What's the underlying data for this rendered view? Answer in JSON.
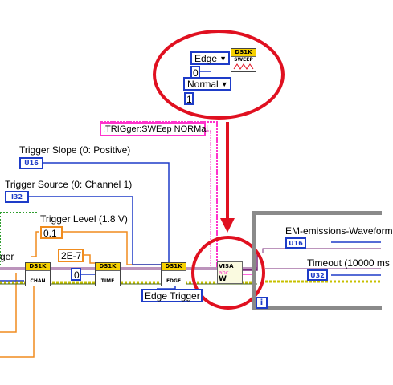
{
  "labels": {
    "trigger_slope": "Trigger Slope (0: Positive)",
    "trigger_source": "Trigger Source (0: Channel 1)",
    "trigger_level": "Trigger Level (1.8 V)",
    "em_emissions": "EM-emissions-Waveform",
    "timeout": "Timeout (10000 ms",
    "left_cut_label": "ger"
  },
  "constants": {
    "trigger_cmd": ":TRIGger:SWEep NORMal",
    "trigger_level_value": "0.1",
    "time_value": "2E-7",
    "zero_value": "0",
    "edge_trigger": "Edge Trigger",
    "callout_zero": "0",
    "callout_one": "1"
  },
  "terminals": {
    "slope_type": "U16",
    "source_type": "I32",
    "em_type": "U16",
    "timeout_type": "U32",
    "info": "i"
  },
  "callout": {
    "edge_ring": "Edge",
    "normal_ring": "Normal",
    "sweep_vi_title": "DS1K",
    "sweep_vi_label": "SWEEP"
  },
  "vis": {
    "chan_title": "DS1K",
    "chan_label": "CHAN",
    "time_title": "DS1K",
    "time_label": "TIME",
    "edge_title": "DS1K",
    "edge_label": "EDGE",
    "visa_label": "VISA",
    "visa_sub": "abc",
    "visa_w": "W"
  },
  "colors": {
    "orange_wire": "#f08c1e",
    "blue_wire": "#1e3cc8",
    "pink_wire": "#ff33cc",
    "purple_wire": "#7a2a7a",
    "green_wire": "#2f9e2f",
    "red_annotation": "#e01020",
    "case_frame": "#8a8a8a"
  }
}
